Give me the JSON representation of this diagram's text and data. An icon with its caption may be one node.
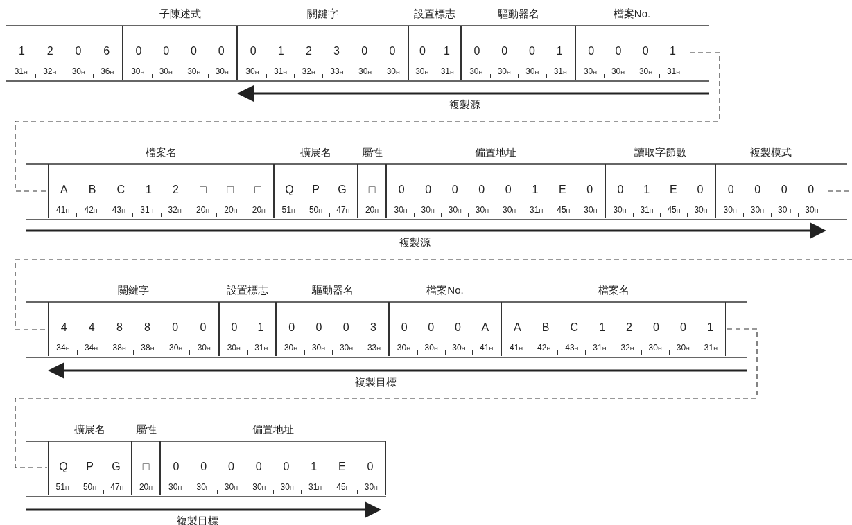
{
  "diagram": {
    "nodes": [
      {
        "text": [
          "1 2 0 6",
          "31$_{H}$ 32$_{H}$ 30$_{H}$ 36$_{H}$"
        ]
      },
      {
        "text": [
          "子陳述式",
          "0 0 0 0",
          "30$_{H}$ 30$_{H}$ 30$_{H}$ 30$_{H}$"
        ]
      },
      {
        "text": [
          "關鍵字",
          "0 1 2 3 0 0",
          "30$_{H}$ 31$_{H}$ 32$_{H}$ 33$_{H}$ 30$_{H}$ 30$_{H}$"
        ]
      },
      {
        "text": [
          "設置標志",
          "0 1",
          "30$_{H}$ 31$_{H}$"
        ]
      },
      {
        "text": [
          "驅動器名",
          "0 0 0 1",
          "30$_{H}$ 30$_{H}$ 30$_{H}$ 31$_{H}$"
        ]
      },
      {
        "text": [
          "檔案No.",
          "0 0 0 1",
          "30$_{H}$ 30$_{H}$ 30$_{H}$ 31$_{H}$"
        ]
      },
      {
        "text": [
          "檔案名",
          "A B C 1 2 □ □ □",
          "41$_{H}$ 42$_{H}$ 43$_{H}$ 31$_{H}$ 32$_{H}$ 20$_{H}$ 20$_{H}$ 20$_{H}$"
        ]
      },
      {
        "text": [
          "擴展名",
          "Q P G",
          "51$_{H}$ 50$_{H}$ 47$_{H}$"
        ]
      },
      {
        "text": [
          "屬性",
          "□",
          "20$_{H}$"
        ]
      },
      {
        "text": [
          "偏置地址",
          "0 0 0 0 0 1 E 0",
          "30$_{H}$ 30$_{H}$ 30$_{H}$ 30$_{H}$ 30$_{H}$ 31$_{H}$ 45$_{H}$ 30$_{H}$"
        ]
      },
      {
        "text": [
          "讀取字節數",
          "0 1 E 0",
          "30$_{H}$ 31$_{H}$ 45$_{H}$ 30$_{H}$"
        ]
      },
      {
        "text": [
          "複製模式",
          "0 0 0 0",
          "30$_{H}$ 30$_{H}$ 30$_{H}$ 30$_{H}$"
        ]
      },
      {
        "text": [
          "關鍵字",
          "4 4 8 8 0 0",
          "34$_{H}$ 34$_{H}$ 38$_{H}$ 38$_{H}$ 30$_{H}$ 30$_{H}$"
        ]
      },
      {
        "text": [
          "設置標志",
          "0 1",
          "30$_{H}$ 31$_{H}$"
        ]
      },
      {
        "text": [
          "驅動器名",
          "0 0 0 3",
          "30$_{H}$ 30$_{H}$ 30$_{H}$ 33$_{H}$"
        ]
      },
      {
        "text": [
          "檔案No.",
          "0 0 0 A",
          "30$_{H}$ 30$_{H}$ 30$_{H}$ 41$_{H}$"
        ]
      },
      {
        "text": [
          "檔案名",
          "A B C 1 2 0 0 1",
          "41$_{H}$ 42$_{H}$ 43$_{H}$ 31$_{H}$ 32$_{H}$ 30$_{H}$ 30$_{H}$ 31$_{H}$"
        ]
      },
      {
        "text": [
          "擴展名",
          "Q P G",
          "51$_{H}$ 50$_{H}$ 47$_{H}$"
        ]
      },
      {
        "text": [
          "屬性",
          "□",
          "20$_{H}$"
        ]
      },
      {
        "text": [
          "偏置地址",
          "0 0 0 0 0 1 E 0",
          "30$_{H}$ 30$_{H}$ 30$_{H}$ 30$_{H}$ 30$_{H}$ 31$_{H}$ 45$_{H}$ 30$_{H}$"
        ]
      }
    ],
    "edges": [
      {
        "from": 5,
        "to": 6,
        "arrow": "none",
        "style": "dashed"
      },
      {
        "from": 11,
        "to": 12,
        "arrow": "none",
        "style": "dashed"
      },
      {
        "from": 16,
        "to": 17,
        "arrow": "none",
        "style": "dashed"
      }
    ],
    "labels": [
      "複製源",
      "複製源",
      "複製目標",
      "複製目標"
    ]
  }
}
